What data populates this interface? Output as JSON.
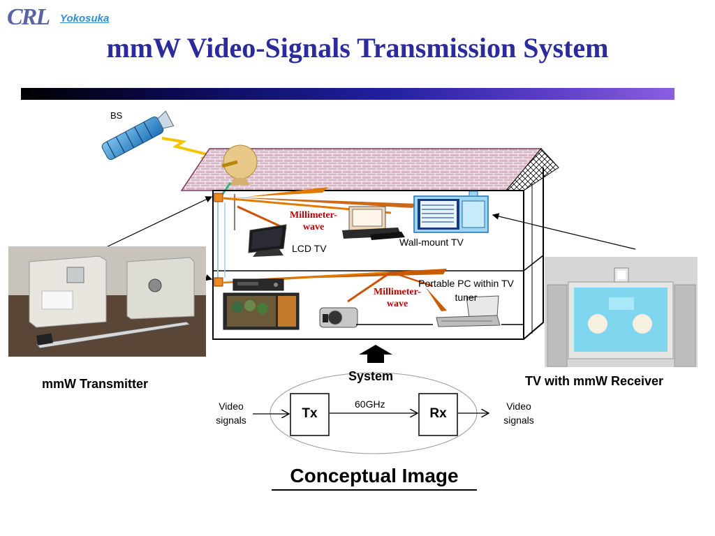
{
  "logo": {
    "brand": "CRL",
    "site": "Yokosuka"
  },
  "title": "mmW Video-Signals Transmission System",
  "diagram": {
    "satellite_label": "BS",
    "mmw_label_upper": "Millimeter-\nwave",
    "mmw_label_lower": "Millimeter-\nwave",
    "lcd_tv_label": "LCD TV",
    "wall_tv_label": "Wall-mount TV",
    "portable_pc_label": "Portable PC within TV\ntuner",
    "transmitter_caption": "mmW Transmitter",
    "receiver_caption": "TV with mmW Receiver",
    "system_label": "System"
  },
  "system_block": {
    "input_label": "Video\nsignals",
    "tx_label": "Tx",
    "frequency_label": "60GHz",
    "rx_label": "Rx",
    "output_label": "Video\nsignals"
  },
  "caption": "Conceptual Image"
}
